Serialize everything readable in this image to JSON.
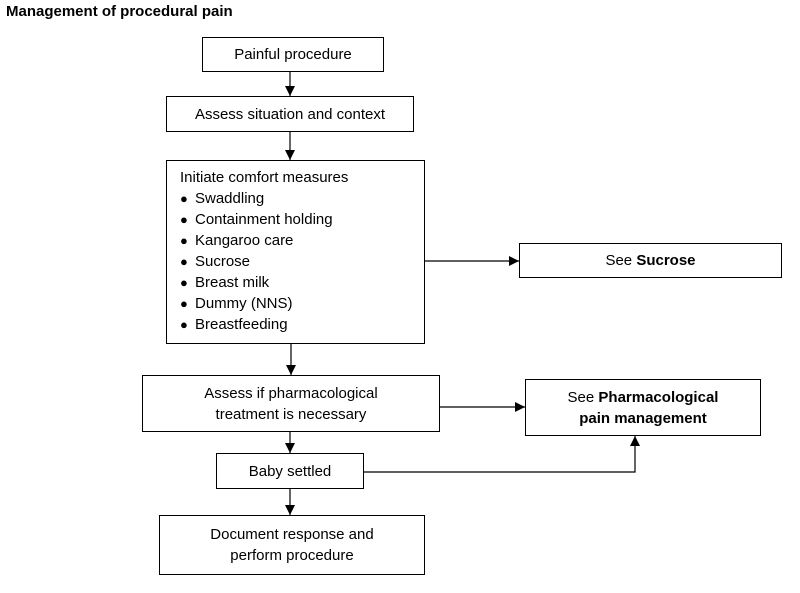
{
  "title": "Management of procedural pain",
  "nodes": {
    "painful_procedure": "Painful procedure",
    "assess_situation": "Assess situation and context",
    "comfort": {
      "heading": "Initiate comfort measures",
      "items": [
        "Swaddling",
        "Containment holding",
        "Kangaroo care",
        "Sucrose",
        "Breast milk",
        "Dummy (NNS)",
        "Breastfeeding"
      ]
    },
    "see_sucrose": {
      "prefix": "See",
      "bold": "Sucrose"
    },
    "assess_pharm": {
      "line1": "Assess if pharmacological",
      "line2": "treatment is necessary"
    },
    "see_pharm": {
      "prefix": "See",
      "bold1": "Pharmacological",
      "bold2": "pain management"
    },
    "baby_settled": "Baby settled",
    "document": {
      "line1": "Document response and",
      "line2": "perform procedure"
    }
  }
}
